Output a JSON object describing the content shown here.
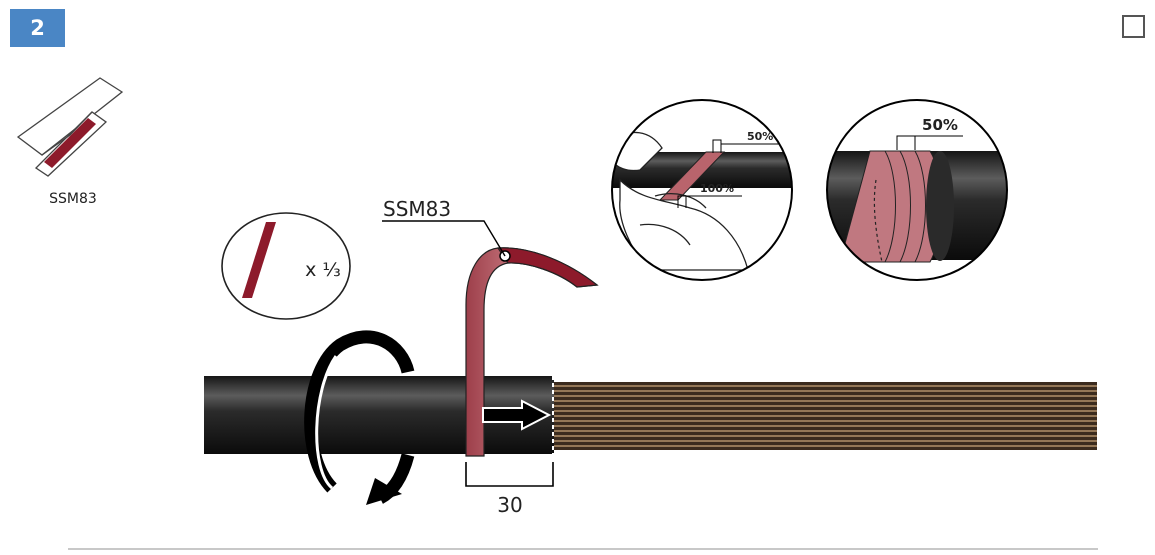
{
  "step": {
    "number": "2"
  },
  "product": {
    "label": "SSM83"
  },
  "callout": {
    "label": "SSM83"
  },
  "quantity": {
    "text": "x ⅓"
  },
  "dimension": {
    "value": "30"
  },
  "detail_hand": {
    "overlap_label": "50%",
    "full_label": "100%"
  },
  "detail_wrap": {
    "overlap_label": "50%"
  },
  "colors": {
    "badge": "#4a86c5",
    "tape": "#b9646c",
    "tape_dark": "#8d1a2b",
    "cable": "#1e1e1e"
  }
}
